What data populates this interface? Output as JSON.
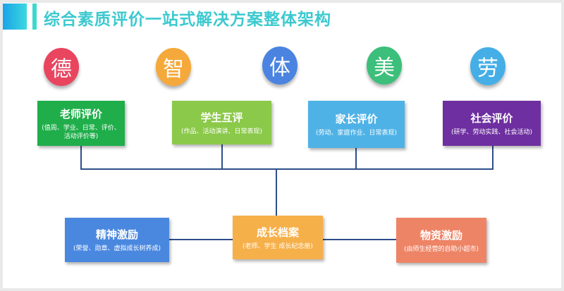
{
  "title": "综合素质评价一站式解决方案整体架构",
  "circles": [
    {
      "label": "德",
      "color": "#e9455f"
    },
    {
      "label": "智",
      "color": "#f5a93a"
    },
    {
      "label": "体",
      "color": "#4a84e0"
    },
    {
      "label": "美",
      "color": "#3cbf7a"
    },
    {
      "label": "劳",
      "color": "#45aee6"
    }
  ],
  "top_boxes": [
    {
      "title": "老师评价",
      "sub": "(值周、学业、日常、评价、活动评价等)",
      "color": "#1fae4a"
    },
    {
      "title": "学生互评",
      "sub": "(作品、活动演讲、日常表现)",
      "color": "#8bc94a"
    },
    {
      "title": "家长评价",
      "sub": "(劳动、家庭作业、日常表现)",
      "color": "#4fb2e6"
    },
    {
      "title": "社会评价",
      "sub": "(研学、劳动实践、社会活动)",
      "color": "#6e2fa0"
    }
  ],
  "bottom_boxes": [
    {
      "title": "精神激励",
      "sub": "(荣誉、勋章、虚拟成长树养成)",
      "color": "#4a88e0"
    },
    {
      "title": "成长档案",
      "sub": "(老师、学生 成长纪念册)",
      "color": "#f6b04a"
    },
    {
      "title": "物资激励",
      "sub": "(由师生经营的自助小超市)",
      "color": "#ee8466"
    }
  ]
}
